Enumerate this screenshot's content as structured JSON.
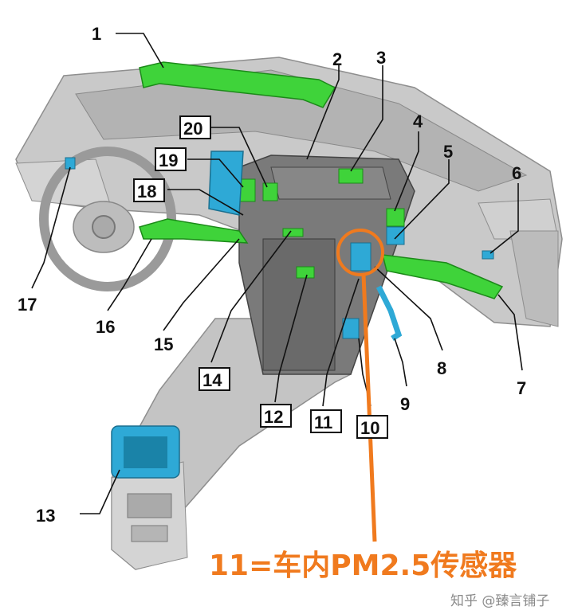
{
  "callouts": [
    {
      "id": "1",
      "label": "1"
    },
    {
      "id": "2",
      "label": "2"
    },
    {
      "id": "3",
      "label": "3"
    },
    {
      "id": "4",
      "label": "4"
    },
    {
      "id": "5",
      "label": "5"
    },
    {
      "id": "6",
      "label": "6"
    },
    {
      "id": "7",
      "label": "7"
    },
    {
      "id": "8",
      "label": "8"
    },
    {
      "id": "9",
      "label": "9"
    },
    {
      "id": "10",
      "label": "10"
    },
    {
      "id": "11",
      "label": "11"
    },
    {
      "id": "12",
      "label": "12"
    },
    {
      "id": "13",
      "label": "13"
    },
    {
      "id": "14",
      "label": "14"
    },
    {
      "id": "15",
      "label": "15"
    },
    {
      "id": "16",
      "label": "16"
    },
    {
      "id": "17",
      "label": "17"
    },
    {
      "id": "18",
      "label": "18"
    },
    {
      "id": "19",
      "label": "19"
    },
    {
      "id": "20",
      "label": "20"
    }
  ],
  "caption": "11=车内PM2.5传感器",
  "watermark": "知乎 @臻言铺子",
  "colors": {
    "highlight_green": "#3fd33a",
    "highlight_blue": "#2ea9d6",
    "caption_orange": "#f07a1e",
    "body_gray": "#bdbdbd"
  }
}
